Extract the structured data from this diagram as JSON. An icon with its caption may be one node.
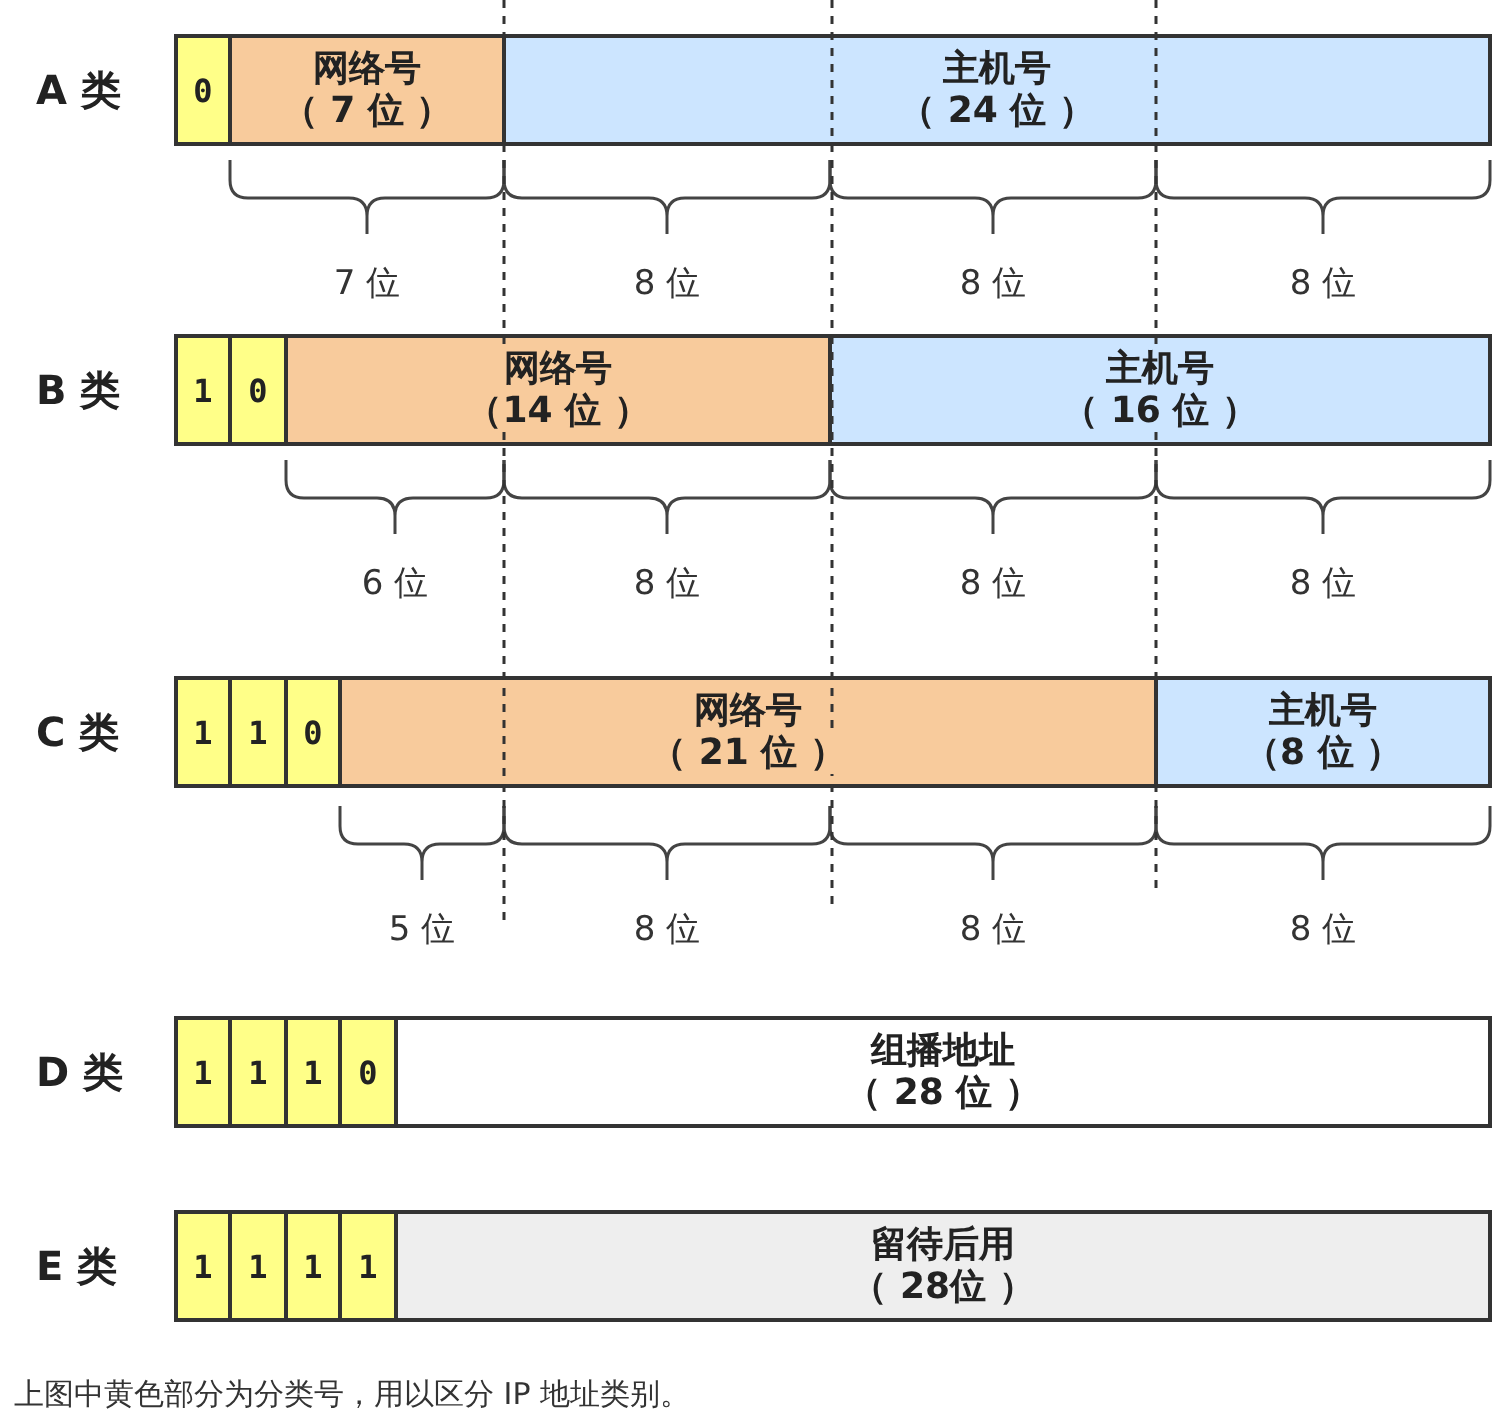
{
  "diagram": {
    "caption": "上图中黄色部分为分类号，用以区分 IP 地址类别。",
    "nodes": [
      {
        "text": [
          "0"
        ]
      },
      {
        "text": [
          "网络号",
          "（ 7 位 ）"
        ]
      },
      {
        "text": [
          "主机号",
          "（ 24 位 ）"
        ]
      },
      {
        "text": [
          "1"
        ]
      },
      {
        "text": [
          "0"
        ]
      },
      {
        "text": [
          "网络号",
          "（14 位 ）"
        ]
      },
      {
        "text": [
          "主机号",
          "（ 16 位 ）"
        ]
      },
      {
        "text": [
          "1"
        ]
      },
      {
        "text": [
          "1"
        ]
      },
      {
        "text": [
          "0"
        ]
      },
      {
        "text": [
          "网络号",
          "（ 21 位 ）"
        ]
      },
      {
        "text": [
          "主机号",
          "（8 位 ）"
        ]
      },
      {
        "text": [
          "1"
        ]
      },
      {
        "text": [
          "1"
        ]
      },
      {
        "text": [
          "1"
        ]
      },
      {
        "text": [
          "0"
        ]
      },
      {
        "text": [
          "组播地址",
          "（ 28 位 ）"
        ]
      },
      {
        "text": [
          "1"
        ]
      },
      {
        "text": [
          "1"
        ]
      },
      {
        "text": [
          "1"
        ]
      },
      {
        "text": [
          "1"
        ]
      },
      {
        "text": [
          "留待后用",
          "（ 28位 ）"
        ]
      }
    ],
    "labels": [
      "A 类",
      "7 位",
      "8 位",
      "8 位",
      "8 位",
      "B 类",
      "6 位",
      "8 位",
      "8 位",
      "8 位",
      "C 类",
      "5 位",
      "8 位",
      "8 位",
      "8 位",
      "D 类",
      "E 类"
    ]
  }
}
